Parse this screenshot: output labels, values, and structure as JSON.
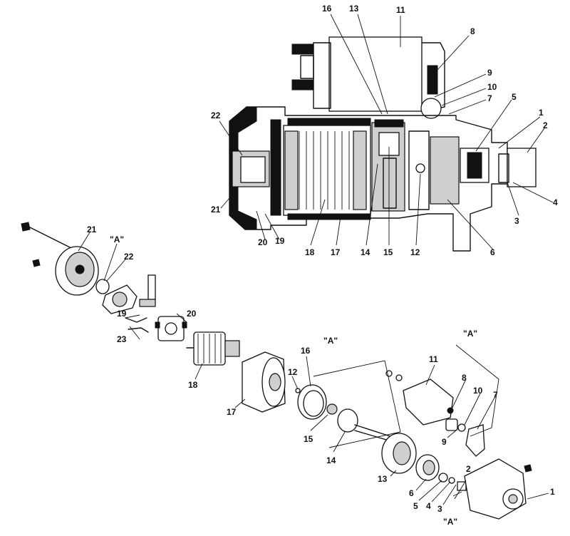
{
  "section_view": {
    "callouts": [
      {
        "id": "sv-16",
        "text": "16"
      },
      {
        "id": "sv-13",
        "text": "13"
      },
      {
        "id": "sv-11",
        "text": "11"
      },
      {
        "id": "sv-8",
        "text": "8"
      },
      {
        "id": "sv-9",
        "text": "9"
      },
      {
        "id": "sv-10",
        "text": "10"
      },
      {
        "id": "sv-7",
        "text": "7"
      },
      {
        "id": "sv-5",
        "text": "5"
      },
      {
        "id": "sv-1",
        "text": "1"
      },
      {
        "id": "sv-2",
        "text": "2"
      },
      {
        "id": "sv-22",
        "text": "22"
      },
      {
        "id": "sv-21",
        "text": "21"
      },
      {
        "id": "sv-20",
        "text": "20"
      },
      {
        "id": "sv-19",
        "text": "19"
      },
      {
        "id": "sv-18",
        "text": "18"
      },
      {
        "id": "sv-17",
        "text": "17"
      },
      {
        "id": "sv-14",
        "text": "14"
      },
      {
        "id": "sv-15",
        "text": "15"
      },
      {
        "id": "sv-12",
        "text": "12"
      },
      {
        "id": "sv-6",
        "text": "6"
      },
      {
        "id": "sv-3",
        "text": "3"
      },
      {
        "id": "sv-4",
        "text": "4"
      }
    ]
  },
  "exploded_view": {
    "callouts": [
      {
        "id": "ex-21",
        "text": "21"
      },
      {
        "id": "ex-A1",
        "text": "\"A\""
      },
      {
        "id": "ex-22",
        "text": "22"
      },
      {
        "id": "ex-19",
        "text": "19"
      },
      {
        "id": "ex-20",
        "text": "20"
      },
      {
        "id": "ex-23",
        "text": "23"
      },
      {
        "id": "ex-18",
        "text": "18"
      },
      {
        "id": "ex-17",
        "text": "17"
      },
      {
        "id": "ex-12",
        "text": "12"
      },
      {
        "id": "ex-16",
        "text": "16"
      },
      {
        "id": "ex-A2",
        "text": "\"A\""
      },
      {
        "id": "ex-15",
        "text": "15"
      },
      {
        "id": "ex-14",
        "text": "14"
      },
      {
        "id": "ex-13",
        "text": "13"
      },
      {
        "id": "ex-11",
        "text": "11"
      },
      {
        "id": "ex-A3",
        "text": "\"A\""
      },
      {
        "id": "ex-8",
        "text": "8"
      },
      {
        "id": "ex-10",
        "text": "10"
      },
      {
        "id": "ex-7",
        "text": "7"
      },
      {
        "id": "ex-9",
        "text": "9"
      },
      {
        "id": "ex-6",
        "text": "6"
      },
      {
        "id": "ex-5",
        "text": "5"
      },
      {
        "id": "ex-4",
        "text": "4"
      },
      {
        "id": "ex-3",
        "text": "3"
      },
      {
        "id": "ex-2",
        "text": "2"
      },
      {
        "id": "ex-A4",
        "text": "\"A\""
      },
      {
        "id": "ex-1",
        "text": "1"
      }
    ]
  }
}
